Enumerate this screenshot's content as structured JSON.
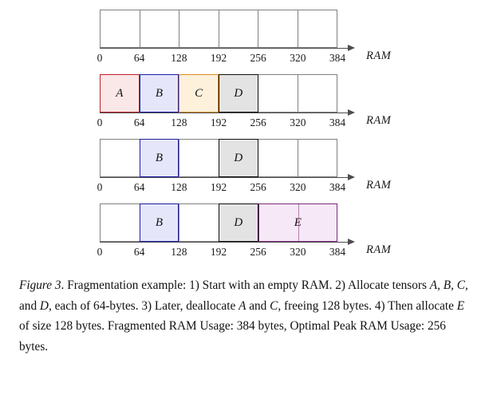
{
  "figure": {
    "axis_label": "RAM",
    "tick_labels": [
      "0",
      "64",
      "128",
      "192",
      "256",
      "320",
      "384"
    ],
    "tick_values": [
      0,
      64,
      128,
      192,
      256,
      320,
      384
    ],
    "ram_capacity": 384,
    "cell_size": 64,
    "cells": 6,
    "colors": {
      "grid_border": "#808080",
      "axis": "#4d4d4d",
      "A_border": "#c0202a",
      "A_fill": "#fae8e8",
      "B_border": "#1d1da8",
      "B_fill": "#e6e6fa",
      "C_border": "#d98b1f",
      "C_fill": "#fdf1dc",
      "D_border": "#111111",
      "D_fill": "#e3e3e3",
      "E_border": "#7b2a7b",
      "E_fill": "#f6e8f6"
    },
    "rows": [
      {
        "name": "step-1-empty-ram",
        "blocks": []
      },
      {
        "name": "step-2-allocate-abcd",
        "blocks": [
          {
            "label": "A",
            "start": 0,
            "end": 64,
            "border": "#c0202a",
            "fill": "#fae8e8"
          },
          {
            "label": "B",
            "start": 64,
            "end": 128,
            "border": "#1d1da8",
            "fill": "#e6e6fa"
          },
          {
            "label": "C",
            "start": 128,
            "end": 192,
            "border": "#d98b1f",
            "fill": "#fdf1dc"
          },
          {
            "label": "D",
            "start": 192,
            "end": 256,
            "border": "#111111",
            "fill": "#e3e3e3"
          }
        ]
      },
      {
        "name": "step-3-deallocate-a-and-c",
        "blocks": [
          {
            "label": "B",
            "start": 64,
            "end": 128,
            "border": "#1d1da8",
            "fill": "#e6e6fa"
          },
          {
            "label": "D",
            "start": 192,
            "end": 256,
            "border": "#111111",
            "fill": "#e3e3e3"
          }
        ]
      },
      {
        "name": "step-4-allocate-e",
        "blocks": [
          {
            "label": "B",
            "start": 64,
            "end": 128,
            "border": "#1d1da8",
            "fill": "#e6e6fa"
          },
          {
            "label": "D",
            "start": 192,
            "end": 256,
            "border": "#111111",
            "fill": "#e3e3e3"
          },
          {
            "label": "E",
            "start": 256,
            "end": 384,
            "border": "#7b2a7b",
            "fill": "#f6e8f6",
            "inner_divider": 320
          }
        ]
      }
    ]
  },
  "caption": {
    "figure_number": "Figure 3",
    "segments": [
      {
        "text": "Figure 3",
        "style": "italic"
      },
      {
        "text": ". Fragmentation example: 1) Start with an empty RAM. 2) Allocate tensors ",
        "style": "normal"
      },
      {
        "text": "A",
        "style": "italic"
      },
      {
        "text": ", ",
        "style": "normal"
      },
      {
        "text": "B",
        "style": "italic"
      },
      {
        "text": ", ",
        "style": "normal"
      },
      {
        "text": "C",
        "style": "italic"
      },
      {
        "text": ", and ",
        "style": "normal"
      },
      {
        "text": "D",
        "style": "italic"
      },
      {
        "text": ", each of 64-bytes. 3) Later, deallocate ",
        "style": "normal"
      },
      {
        "text": "A",
        "style": "italic"
      },
      {
        "text": " and ",
        "style": "normal"
      },
      {
        "text": "C",
        "style": "italic"
      },
      {
        "text": ", freeing 128 bytes. 4) Then allocate ",
        "style": "normal"
      },
      {
        "text": "E",
        "style": "italic"
      },
      {
        "text": " of size 128 bytes.  Fragmented RAM Usage: 384 bytes, Optimal Peak RAM Usage: 256 bytes.",
        "style": "normal"
      }
    ],
    "fragmented_ram_usage": "384 bytes",
    "optimal_peak_ram_usage": "256 bytes"
  }
}
